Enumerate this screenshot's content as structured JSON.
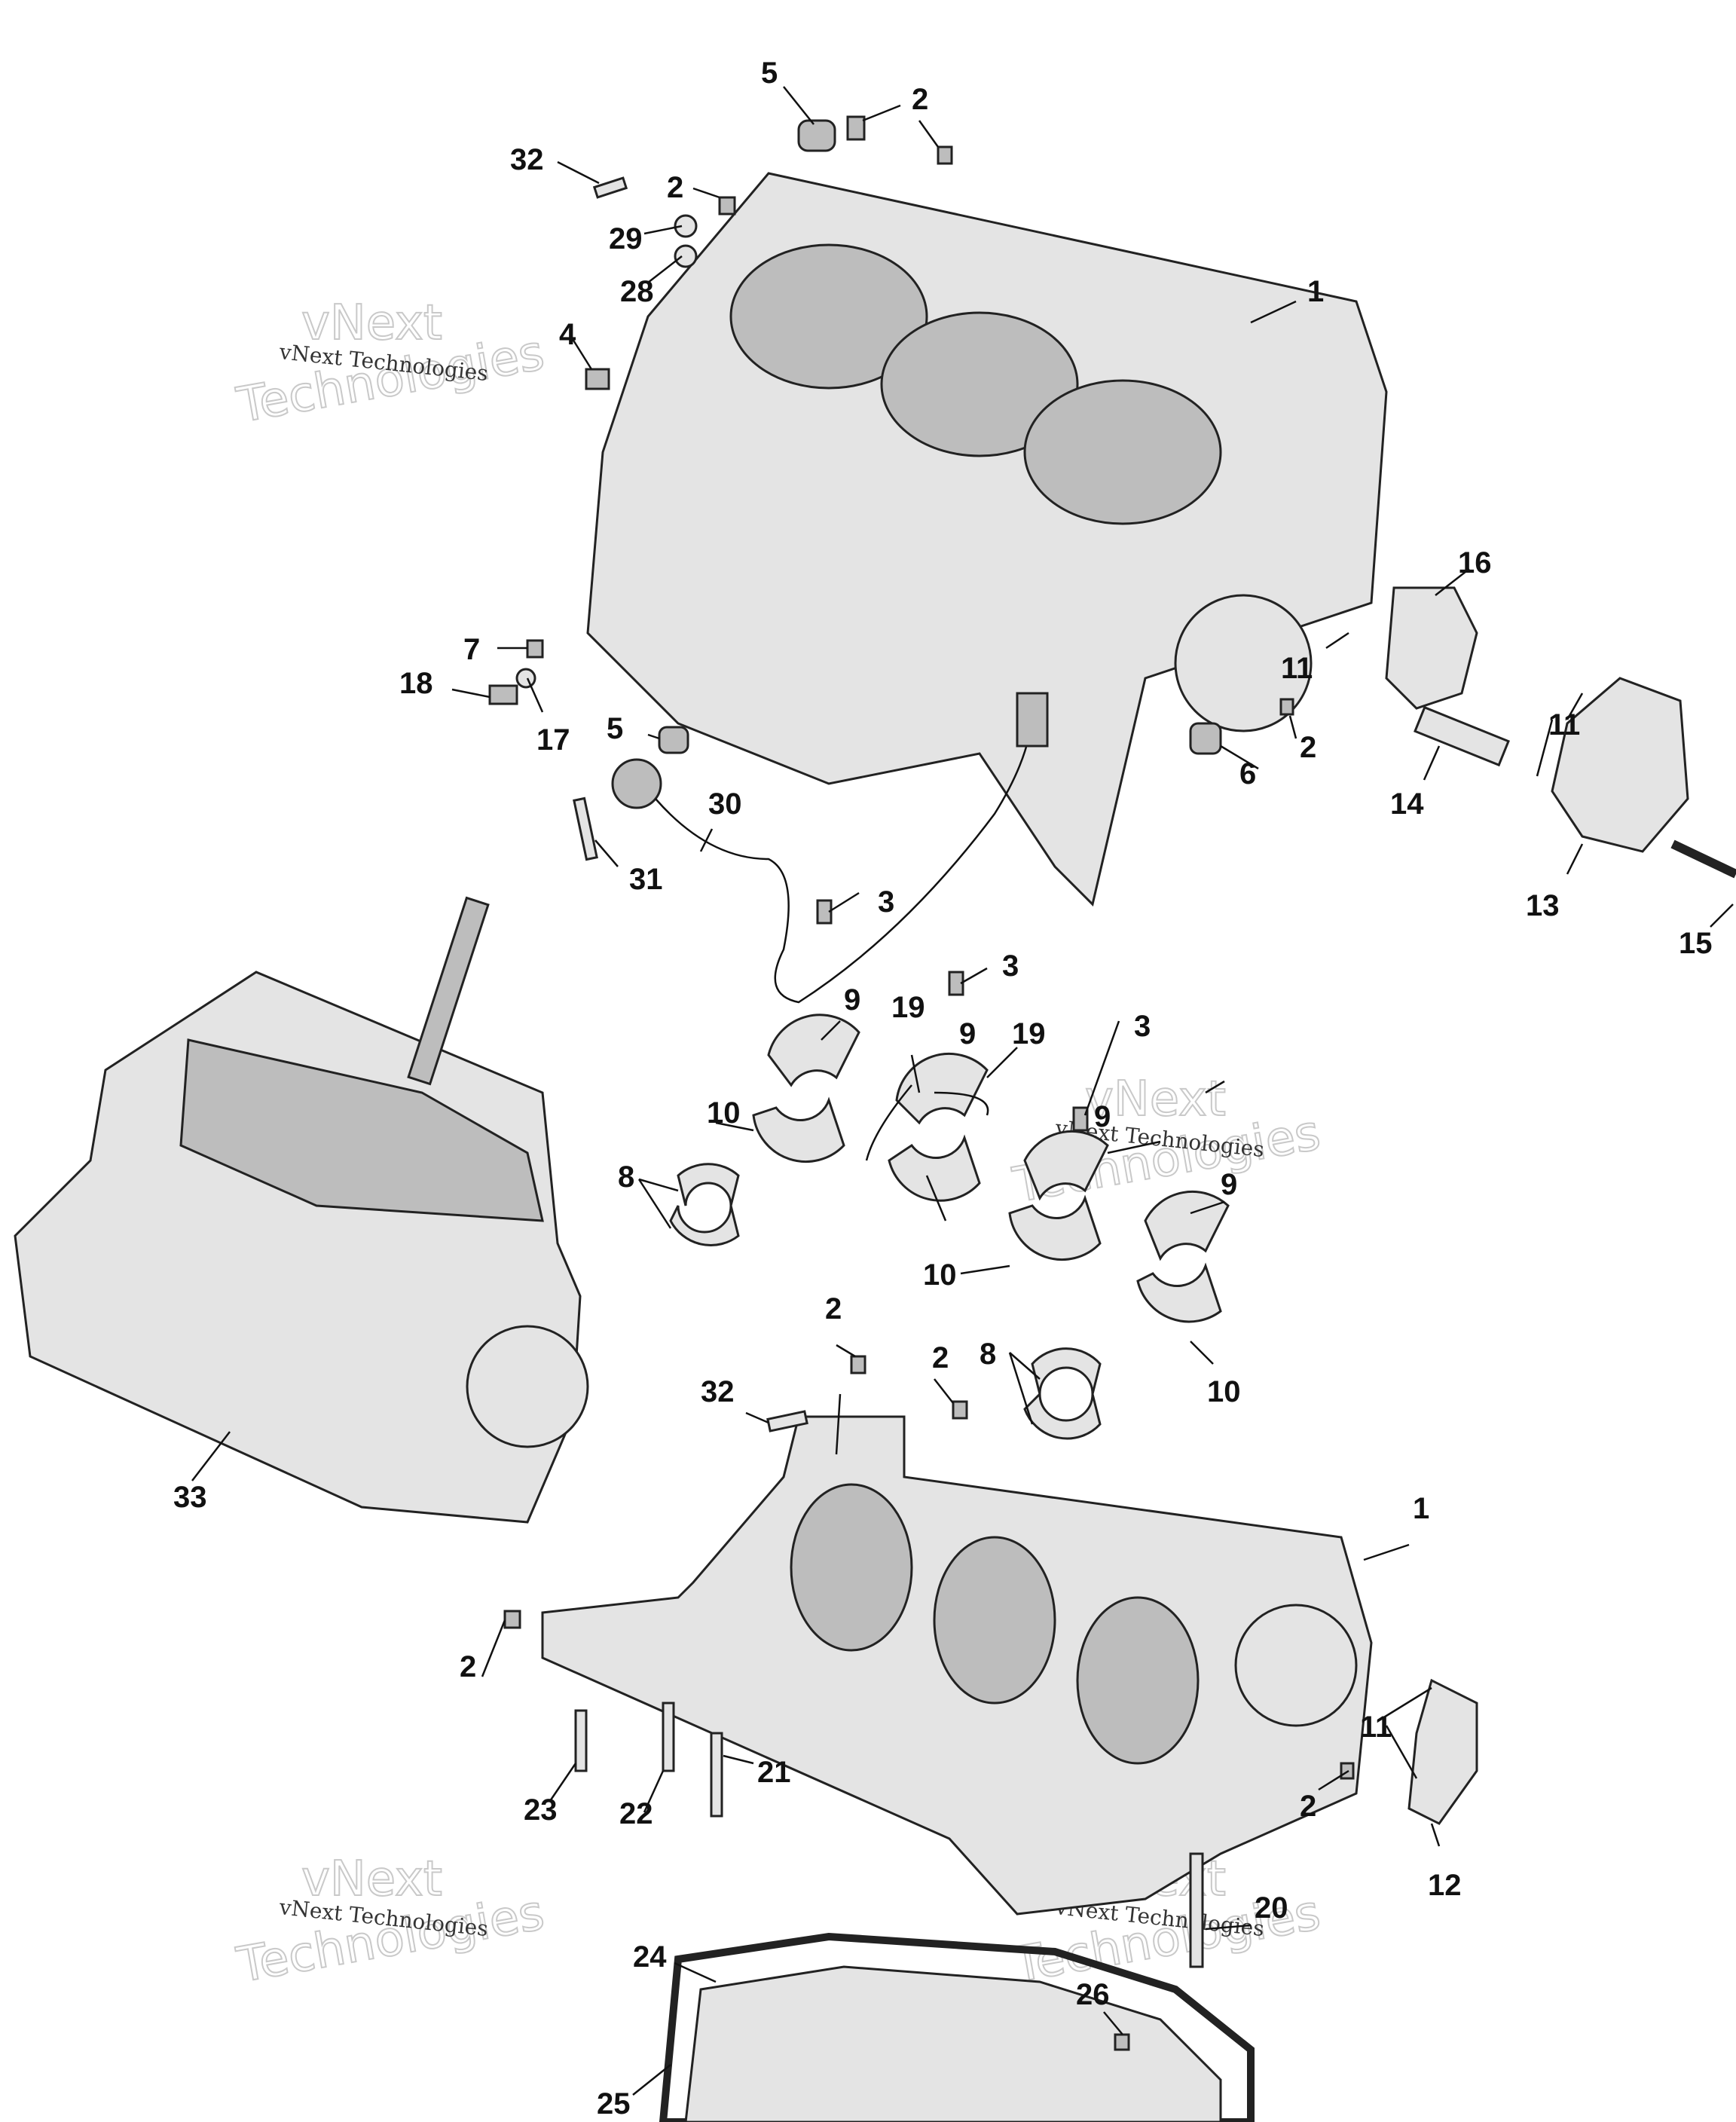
{
  "watermark": {
    "brand_word": "vNext",
    "brand_word2": "Technologies",
    "caption": "vNext Technologies"
  },
  "callouts": [
    {
      "id": "c-5-top",
      "text": "5"
    },
    {
      "id": "c-2-top",
      "text": "2"
    },
    {
      "id": "c-32-top",
      "text": "32"
    },
    {
      "id": "c-2-a",
      "text": "2"
    },
    {
      "id": "c-29",
      "text": "29"
    },
    {
      "id": "c-28",
      "text": "28"
    },
    {
      "id": "c-1-top",
      "text": "1"
    },
    {
      "id": "c-4",
      "text": "4"
    },
    {
      "id": "c-16",
      "text": "16"
    },
    {
      "id": "c-7",
      "text": "7"
    },
    {
      "id": "c-11-a",
      "text": "11"
    },
    {
      "id": "c-18",
      "text": "18"
    },
    {
      "id": "c-11-b",
      "text": "11"
    },
    {
      "id": "c-17",
      "text": "17"
    },
    {
      "id": "c-5-mid",
      "text": "5"
    },
    {
      "id": "c-2-mid",
      "text": "2"
    },
    {
      "id": "c-6",
      "text": "6"
    },
    {
      "id": "c-14",
      "text": "14"
    },
    {
      "id": "c-30",
      "text": "30"
    },
    {
      "id": "c-31",
      "text": "31"
    },
    {
      "id": "c-3-a",
      "text": "3"
    },
    {
      "id": "c-13",
      "text": "13"
    },
    {
      "id": "c-15",
      "text": "15"
    },
    {
      "id": "c-3-b",
      "text": "3"
    },
    {
      "id": "c-9-a",
      "text": "9"
    },
    {
      "id": "c-19-a",
      "text": "19"
    },
    {
      "id": "c-3-c",
      "text": "3"
    },
    {
      "id": "c-9-b",
      "text": "9"
    },
    {
      "id": "c-19-b",
      "text": "19"
    },
    {
      "id": "c-10-a",
      "text": "10"
    },
    {
      "id": "c-9-c",
      "text": "9"
    },
    {
      "id": "c-8-a",
      "text": "8"
    },
    {
      "id": "c-9-d",
      "text": "9"
    },
    {
      "id": "c-10-b",
      "text": "10"
    },
    {
      "id": "c-2-b",
      "text": "2"
    },
    {
      "id": "c-2-c",
      "text": "2"
    },
    {
      "id": "c-8-b",
      "text": "8"
    },
    {
      "id": "c-10-c",
      "text": "10"
    },
    {
      "id": "c-32-bottom",
      "text": "32"
    },
    {
      "id": "c-33",
      "text": "33"
    },
    {
      "id": "c-1-bottom",
      "text": "1"
    },
    {
      "id": "c-2-d",
      "text": "2"
    },
    {
      "id": "c-11-c",
      "text": "11"
    },
    {
      "id": "c-21",
      "text": "21"
    },
    {
      "id": "c-23",
      "text": "23"
    },
    {
      "id": "c-22",
      "text": "22"
    },
    {
      "id": "c-2-e",
      "text": "2"
    },
    {
      "id": "c-12",
      "text": "12"
    },
    {
      "id": "c-20",
      "text": "20"
    },
    {
      "id": "c-24",
      "text": "24"
    },
    {
      "id": "c-26",
      "text": "26"
    },
    {
      "id": "c-25",
      "text": "25"
    }
  ]
}
